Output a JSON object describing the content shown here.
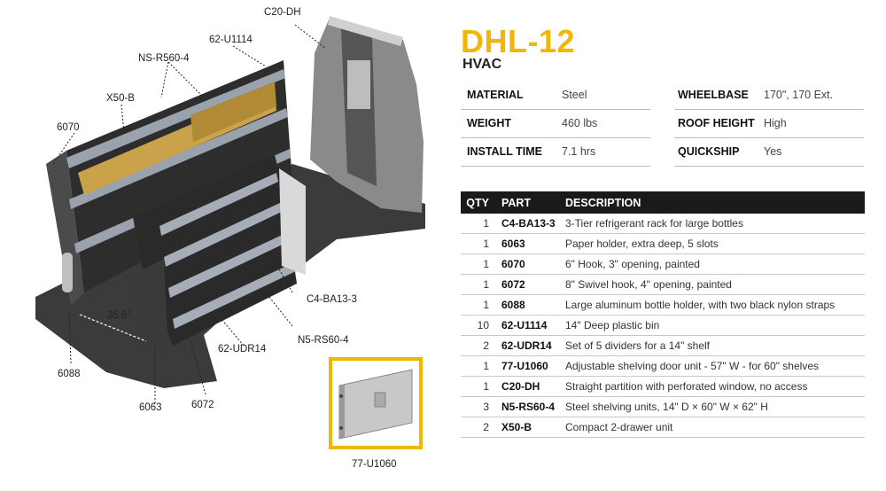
{
  "product": {
    "title": "DHL-12",
    "subtitle": "HVAC"
  },
  "specs": {
    "left": [
      {
        "label": "MATERIAL",
        "value": "Steel"
      },
      {
        "label": "WEIGHT",
        "value": "460 lbs"
      },
      {
        "label": "INSTALL TIME",
        "value": "7.1 hrs"
      }
    ],
    "right": [
      {
        "label": "WHEELBASE",
        "value": "170\", 170 Ext."
      },
      {
        "label": "ROOF HEIGHT",
        "value": "High"
      },
      {
        "label": "QUICKSHIP",
        "value": "Yes"
      }
    ]
  },
  "parts_table": {
    "headers": {
      "qty": "QTY",
      "part": "PART",
      "description": "DESCRIPTION"
    },
    "rows": [
      {
        "qty": "1",
        "part": "C4-BA13-3",
        "description": "3-Tier refrigerant rack for large bottles"
      },
      {
        "qty": "1",
        "part": "6063",
        "description": "Paper holder, extra deep, 5 slots"
      },
      {
        "qty": "1",
        "part": "6070",
        "description": "6\" Hook, 3\" opening, painted"
      },
      {
        "qty": "1",
        "part": "6072",
        "description": "8\" Swivel hook, 4\" opening, painted"
      },
      {
        "qty": "1",
        "part": "6088",
        "description": "Large aluminum bottle holder, with two black nylon straps"
      },
      {
        "qty": "10",
        "part": "62-U1114",
        "description": "14\" Deep plastic bin"
      },
      {
        "qty": "2",
        "part": "62-UDR14",
        "description": "Set of 5 dividers for a 14\" shelf"
      },
      {
        "qty": "1",
        "part": "77-U1060",
        "description": "Adjustable shelving door unit - 57\" W - for 60\" shelves"
      },
      {
        "qty": "1",
        "part": "C20-DH",
        "description": "Straight partition with perforated window, no access"
      },
      {
        "qty": "3",
        "part": "N5-RS60-4",
        "description": "Steel shelving units, 14\" D × 60\" W × 62\" H"
      },
      {
        "qty": "2",
        "part": "X50-B",
        "description": "Compact 2-drawer unit"
      }
    ]
  },
  "illustration": {
    "callouts": {
      "c20dh": "C20-DH",
      "u1114": "62-U1114",
      "nsr": "NS-R560-4",
      "x50b": "X50-B",
      "p6070": "6070",
      "c4": "C4-BA13-3",
      "n5": "N5-RS60-4",
      "udr": "62-UDR14",
      "dim": "35.5\"",
      "p6088": "6088",
      "p6063": "6063",
      "p6072": "6072",
      "u1060": "77-U1060"
    },
    "colors": {
      "accent": "#f2b705",
      "floor": "#3b3b3b",
      "rack": "#2a2a2a",
      "bin": "#c9a24a"
    }
  }
}
